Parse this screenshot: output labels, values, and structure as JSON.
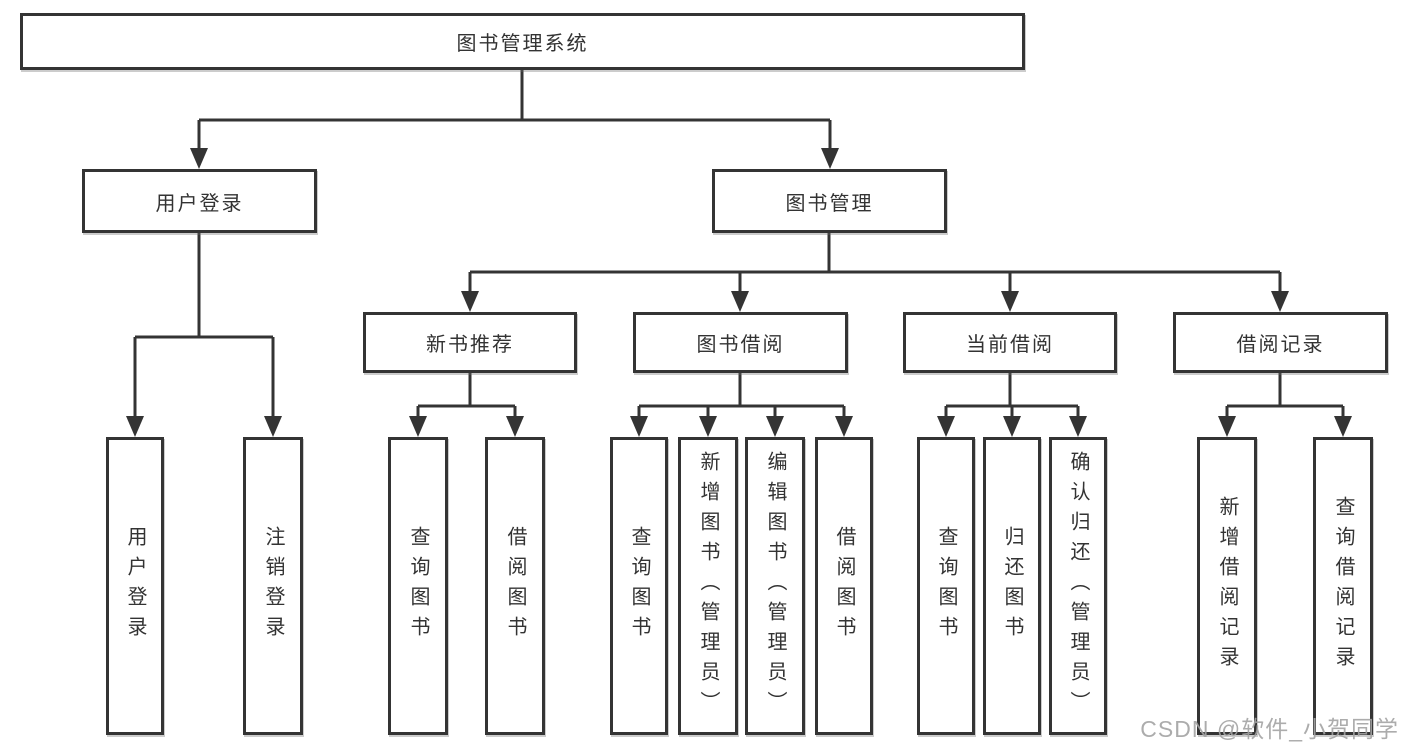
{
  "diagram": {
    "root": {
      "label": "图书管理系统"
    },
    "branches": [
      {
        "label": "用户登录",
        "children": [
          {
            "label": "用户登录"
          },
          {
            "label": "注销登录"
          }
        ]
      },
      {
        "label": "图书管理",
        "sections": [
          {
            "label": "新书推荐",
            "children": [
              {
                "label": "查询图书"
              },
              {
                "label": "借阅图书"
              }
            ]
          },
          {
            "label": "图书借阅",
            "children": [
              {
                "label": "查询图书"
              },
              {
                "label": "新增图书（管理员）"
              },
              {
                "label": "编辑图书（管理员）"
              },
              {
                "label": "借阅图书"
              }
            ]
          },
          {
            "label": "当前借阅",
            "children": [
              {
                "label": "查询图书"
              },
              {
                "label": "归还图书"
              },
              {
                "label": "确认归还（管理员）"
              }
            ]
          },
          {
            "label": "借阅记录",
            "children": [
              {
                "label": "新增借阅记录"
              },
              {
                "label": "查询借阅记录"
              }
            ]
          }
        ]
      }
    ]
  },
  "watermark": {
    "text": "CSDN @软件_小贺同学"
  },
  "colors": {
    "line": "#343434",
    "box_border": "#343434",
    "text": "#333333",
    "background": "#ffffff",
    "watermark": "#a3a3a3"
  }
}
